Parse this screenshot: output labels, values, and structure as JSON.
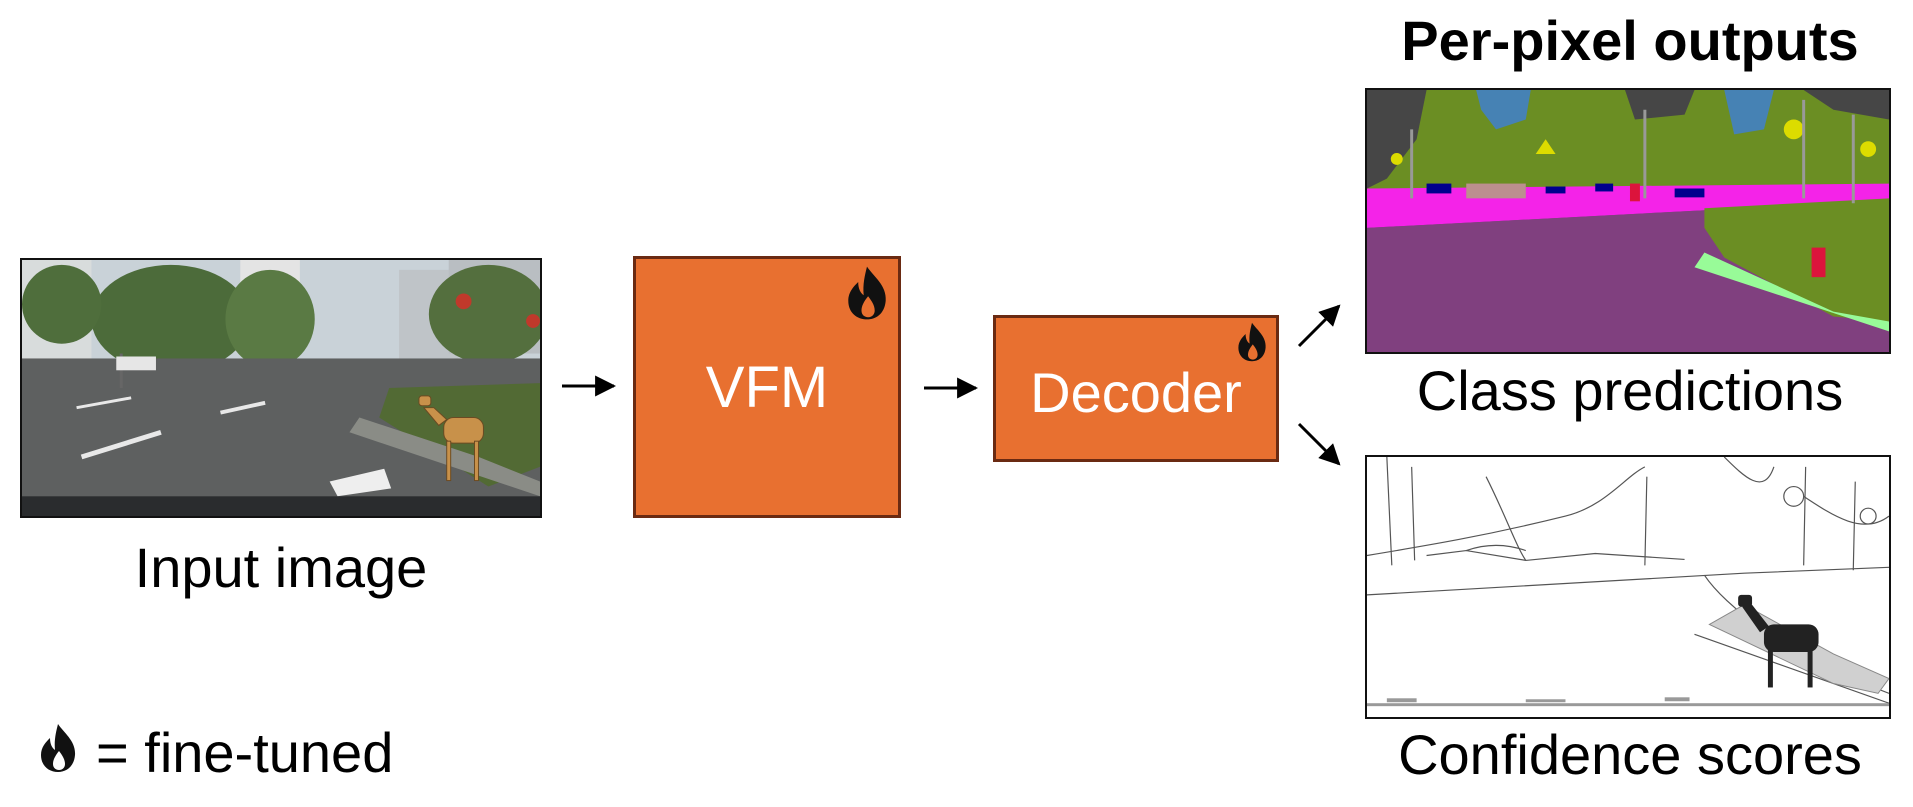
{
  "colors": {
    "box_fill": "#e87030",
    "box_border": "#6a2a12",
    "flame": "#111111"
  },
  "icons": {
    "fine_tuned": "flame-icon",
    "flow": "arrow-icon"
  },
  "input": {
    "caption": "Input image"
  },
  "blocks": {
    "vfm": {
      "label": "VFM"
    },
    "decoder": {
      "label": "Decoder"
    }
  },
  "outputs": {
    "heading": "Per-pixel outputs",
    "class_caption": "Class predictions",
    "confidence_caption": "Confidence scores"
  },
  "legend": {
    "text": "= fine-tuned"
  }
}
